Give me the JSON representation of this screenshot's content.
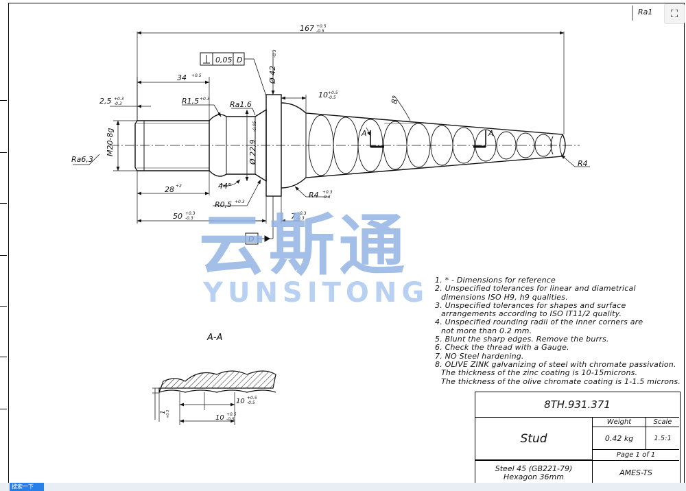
{
  "drawing": {
    "corner_roughness": "Ra1",
    "dims": {
      "overall": "167",
      "overall_tol_up": "+0.5",
      "overall_tol_lo": "-0.5",
      "thread_len": "34",
      "thread_len_tol": "+0.5",
      "chamfer": "2,5",
      "chamfer_tol_up": "+0.3",
      "chamfer_tol_lo": "-0.3",
      "fillet": "R1,5",
      "fillet_tol": "+0.3",
      "ra_shank": "Ra1.6",
      "perp_tol": "0,05",
      "datum": "D",
      "dia_collar": "Ø 42",
      "dia_collar_tol": "-0.3",
      "taper_start": "10",
      "taper_start_tol_up": "+0.5",
      "taper_start_tol_lo": "-0.5",
      "taper_angle": "8°",
      "thread_spec": "M20-8g",
      "dia_shank": "Ø 22,9",
      "dia_shank_tol": "-0.05",
      "ra_thread": "Ra6,3",
      "thread_length": "28",
      "thread_length_tol": "+2",
      "angle": "44°",
      "r_small": "R0,5",
      "r_small_tol": "+0.3",
      "r_collar": "R4",
      "r_collar_tol_up": "+0.3",
      "r_collar_tol_lo": "-0.3",
      "r_tip": "R4",
      "len_to_collar": "50",
      "len_to_collar_tol_up": "+0.3",
      "len_to_collar_tol_lo": "-0.3",
      "collar_thick": "7",
      "collar_thick_tol_up": "+0.3",
      "collar_thick_tol_lo": "-0.3",
      "section_mark": "A"
    },
    "section": {
      "title": "A-A",
      "depth": "1",
      "depth_tol": "+0.3",
      "pitch_a": "10",
      "pitch_a_tol_up": "+0.5",
      "pitch_a_tol_lo": "-0.5",
      "pitch_b": "10",
      "pitch_b_tol_up": "+0.5",
      "pitch_b_tol_lo": "-0.5"
    }
  },
  "notes": [
    "1. * - Dimensions for reference",
    "2. Unspecified tolerances for linear and diametrical",
    "dimensions ISO H9, h9 qualities.",
    "3. Unspecified tolerances for shapes and surface",
    "arrangements according to ISO IT11/2 quality.",
    "4. Unspecified rounding radii of the inner corners are",
    "not more than 0.2 mm.",
    "5. Blunt the sharp edges. Remove the burrs.",
    "6. Check the thread with a Gauge.",
    "7. NO Steel hardening.",
    "8. OLIVE ZINK galvanizing of steel with chromate passivation.",
    "The thickness of the zinc coating is 10-15microns.",
    "The thickness of the olive chromate coating is 1-1.5 microns."
  ],
  "title_block": {
    "drawing_number": "8TH.931.371",
    "part_name": "Stud",
    "weight_label": "Weight",
    "scale_label": "Scale",
    "weight": "0.42 kg",
    "scale": "1.5:1",
    "page": "Page 1 of 1",
    "material_line1": "Steel 45 (GB221-79)",
    "material_line2": "Hexagon 36mm",
    "company": "AMES-TS"
  },
  "watermark": {
    "chinese": "云斯通",
    "latin": "YUNSITONG"
  },
  "ui": {
    "expand_icon": "expand-icon",
    "bottom_tab": "搜索一下"
  }
}
